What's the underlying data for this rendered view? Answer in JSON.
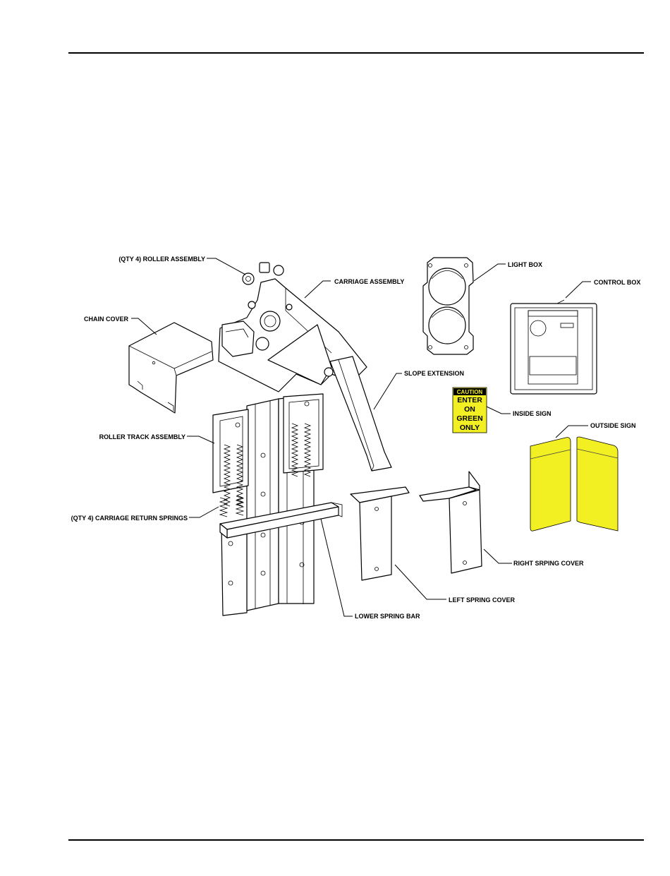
{
  "colors": {
    "sign_yellow": "#f2ef22",
    "line": "#000000"
  },
  "callouts": {
    "roller_assembly": "(QTY 4) ROLLER ASSEMBLY",
    "carriage_assembly": "CARRIAGE ASSEMBLY",
    "chain_cover": "CHAIN COVER",
    "light_box": "LIGHT BOX",
    "control_box": "CONTROL BOX",
    "slope_extension": "SLOPE EXTENSION",
    "inside_sign": "INSIDE SIGN",
    "outside_sign": "OUTSIDE SIGN",
    "roller_track_assembly": "ROLLER TRACK ASSEMBLY",
    "carriage_return_springs": "(QTY 4) CARRIAGE RETURN SPRINGS",
    "right_spring_cover": "RIGHT SRPING COVER",
    "left_spring_cover": "LEFT SPRING COVER",
    "lower_spring_bar": "LOWER SPRING BAR"
  },
  "inside_sign": {
    "header": "CAUTION",
    "line1": "ENTER",
    "line2": "ON",
    "line3": "GREEN",
    "line4": "ONLY"
  }
}
